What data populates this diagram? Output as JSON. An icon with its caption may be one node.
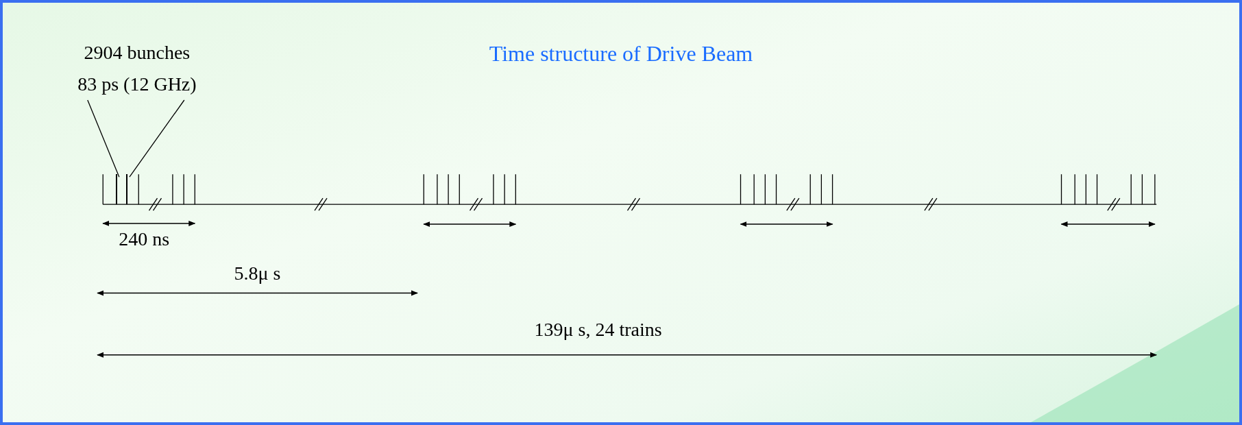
{
  "diagram": {
    "title": "Time structure of Drive Beam",
    "nodes": [
      {
        "text": [
          "2904 bunches",
          "83 ps (12 GHz)"
        ]
      },
      {
        "text": [],
        "shape": "bar"
      },
      {
        "text": [],
        "shape": "bar"
      }
    ],
    "edges": [
      {
        "from": 0,
        "to": 1,
        "arrow": "none"
      },
      {
        "from": 0,
        "to": 2,
        "arrow": "none"
      }
    ],
    "labels": [
      "240 ns",
      "5.8μ s",
      "139μ s, 24 trains"
    ]
  }
}
